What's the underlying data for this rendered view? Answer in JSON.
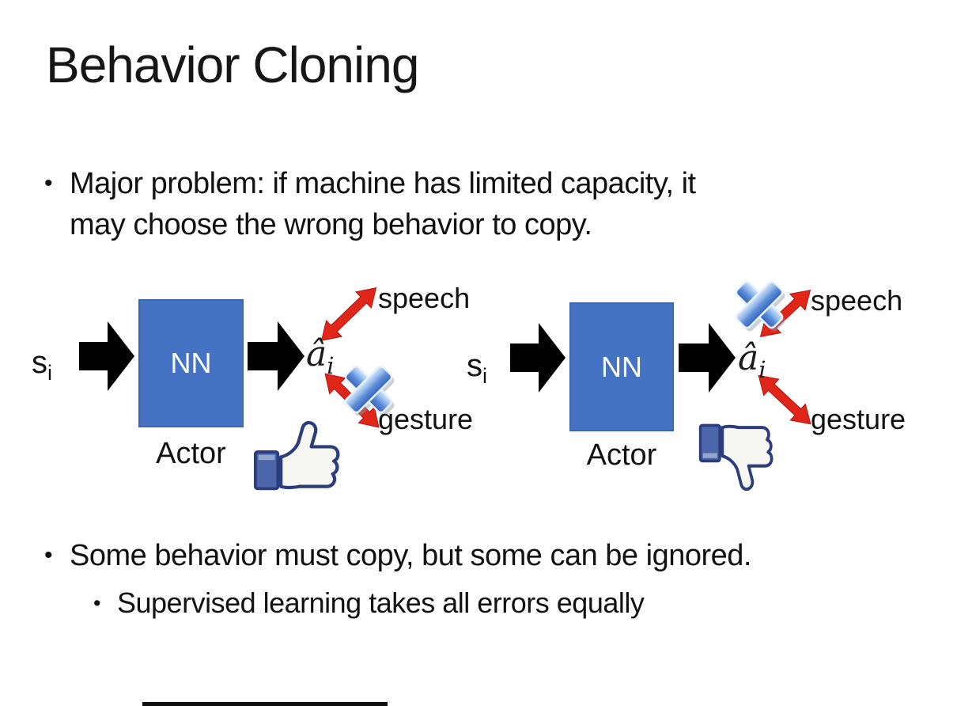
{
  "slide": {
    "title": "Behavior Cloning",
    "bullet_glyph": "•",
    "bullet1": {
      "lines": [
        "Major problem: if machine has limited capacity, it",
        "may choose the wrong behavior to copy."
      ]
    },
    "bullet2": {
      "lines": [
        "Some behavior must copy, but some can be ignored."
      ]
    },
    "sub_bullet": {
      "lines": [
        "Supervised learning takes all errors equally"
      ]
    },
    "colors": {
      "nn_box": "#4573c4",
      "block_arrow": "#000000",
      "red_arrow": "#e02519",
      "cross_blue": "#5b8ad8",
      "thumb_outline": "#2b3d7d",
      "thumb_cuff": "#4c66ab",
      "text": "#111111"
    },
    "diagrams": [
      {
        "side": "left",
        "state_base": "s",
        "state_sub": "i",
        "nn_label": "NN",
        "actor_label": "Actor",
        "action_base": "â",
        "action_sub": "i",
        "speech_label": "speech",
        "gesture_label": "gesture",
        "crossed_out": "gesture",
        "feedback_icon": "thumbs-up"
      },
      {
        "side": "right",
        "state_base": "s",
        "state_sub": "i",
        "nn_label": "NN",
        "actor_label": "Actor",
        "action_base": "â",
        "action_sub": "i",
        "speech_label": "speech",
        "gesture_label": "gesture",
        "crossed_out": "speech",
        "feedback_icon": "thumbs-down"
      }
    ]
  }
}
